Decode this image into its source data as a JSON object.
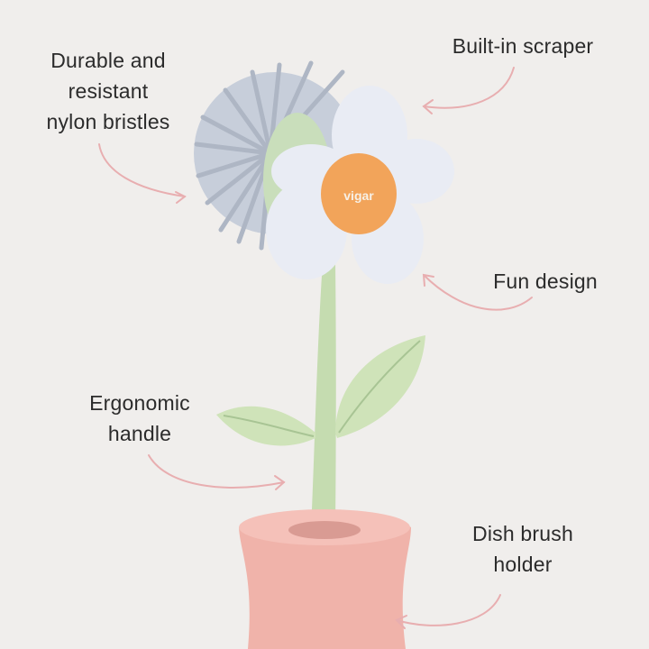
{
  "annotations": {
    "bristles": [
      "Durable and",
      "resistant",
      "nylon bristles"
    ],
    "scraper": [
      "Built-in scraper"
    ],
    "fun": [
      "Fun design"
    ],
    "handle": [
      "Ergonomic",
      "handle"
    ],
    "holder": [
      "Dish brush",
      "holder"
    ]
  },
  "product": {
    "brand_mark": "vigar"
  },
  "colors": {
    "background": "#f0eeec",
    "bristles": "#b9c1ce",
    "petals": "#e9ecf4",
    "center": "#f2a45a",
    "stem": "#c5dcb0",
    "leaf": "#cfe3b9",
    "vase": "#f0b3aa",
    "arrow": "#e8aeb0",
    "text": "#2b2b2b"
  }
}
